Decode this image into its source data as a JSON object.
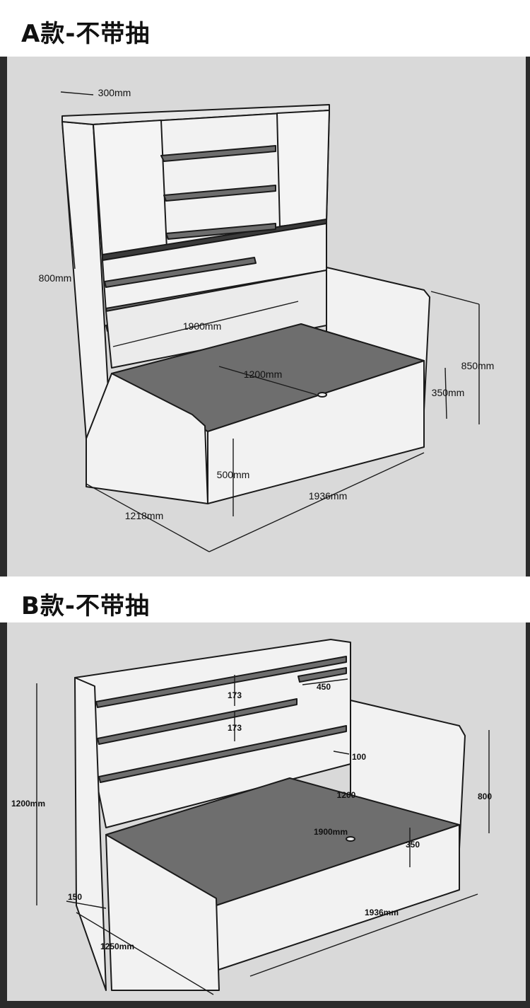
{
  "section_a": {
    "title": "A款-不带抽",
    "dims": {
      "depth_top": "300mm",
      "cabinet_height": "800mm",
      "shelf_width": "1900mm",
      "mattress_width": "1200mm",
      "total_height": "850mm",
      "side_height": "350mm",
      "base_height": "500mm",
      "total_length": "1936mm",
      "total_width": "1218mm"
    }
  },
  "section_b": {
    "title": "B款-不带抽",
    "dims": {
      "shelf_gap_1": "173",
      "shelf_gap_2": "173",
      "cubby_width": "450",
      "offset": "100",
      "mattress_width": "1200",
      "mattress_length": "1900mm",
      "side_height": "350",
      "back_height": "800",
      "total_height": "1200mm",
      "back_depth": "150",
      "total_length": "1936mm",
      "total_width": "1250mm"
    }
  },
  "colors": {
    "background": "#2b2b2b",
    "panel": "#d9d9d9",
    "board": "#f2f2f2",
    "shelf": "#6e6e6e",
    "outline": "#1a1a1a"
  }
}
